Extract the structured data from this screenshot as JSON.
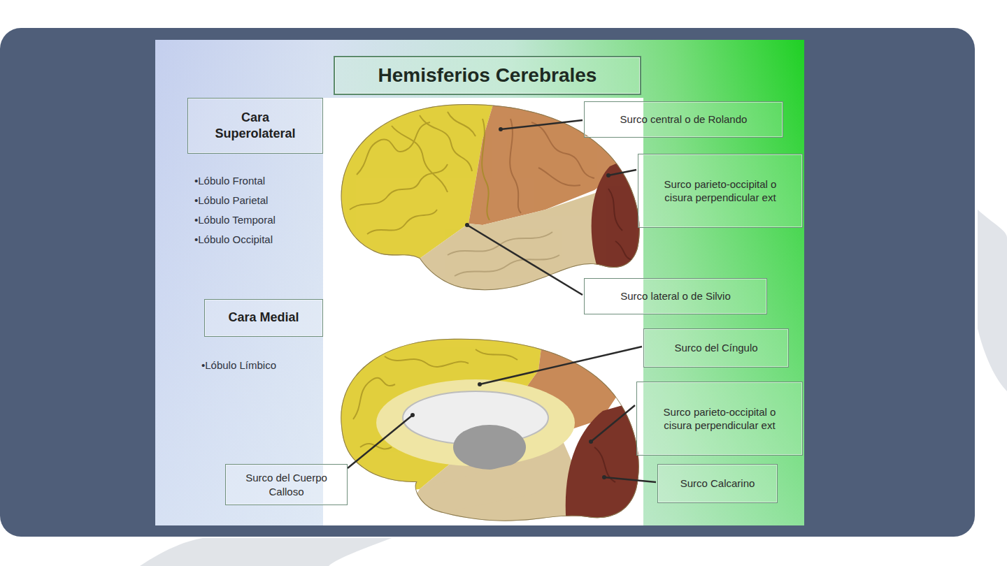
{
  "diagram": {
    "title": "Hemisferios Cerebrales",
    "nodes": [
      {
        "text": [
          "Cara Superolateral"
        ]
      },
      {
        "text": [
          "Surco central o de Rolando"
        ]
      },
      {
        "text": [
          "Surco parieto-occipital o cisura perpendicular ext"
        ]
      },
      {
        "text": [
          "Surco lateral o de Silvio"
        ]
      },
      {
        "text": [
          "Cara Medial"
        ]
      },
      {
        "text": [
          "Surco del Cíngulo"
        ]
      },
      {
        "text": [
          "Surco parieto-occipital o cisura perpendicular ext"
        ]
      },
      {
        "text": [
          "Surco Calcarino"
        ]
      },
      {
        "text": [
          "Surco del Cuerpo Calloso"
        ]
      }
    ],
    "labels": [
      "•Lóbulo Frontal",
      "•Lóbulo Parietal",
      "•Lóbulo Temporal",
      "•Lóbulo Occipital",
      "•Lóbulo Límbico"
    ]
  }
}
